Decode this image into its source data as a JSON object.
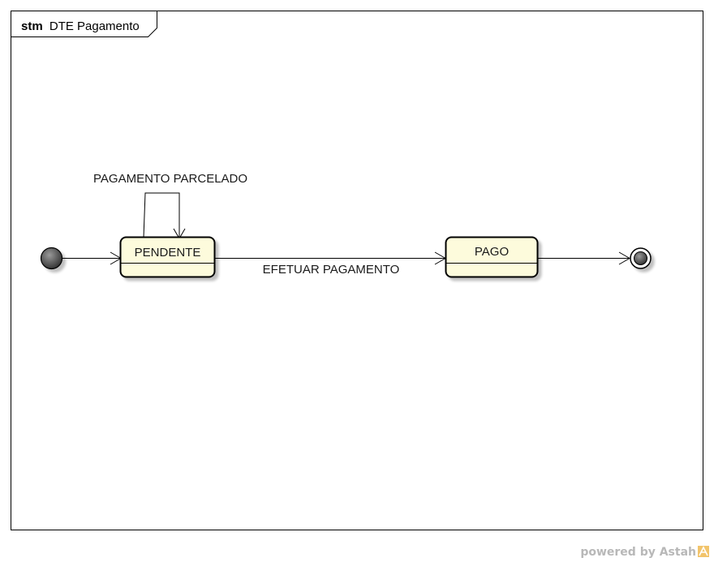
{
  "frame": {
    "kind": "stm",
    "name": "DTE Pagamento"
  },
  "states": {
    "pendente": "PENDENTE",
    "pago": "PAGO"
  },
  "transitions": {
    "self_loop": "PAGAMENTO PARCELADO",
    "pendente_to_pago": "EFETUAR PAGAMENTO"
  },
  "watermark": {
    "text": "powered by Astah"
  },
  "colors": {
    "state_fill": "#fdfbdc",
    "initial_fill": "#555555",
    "line": "#000000"
  }
}
